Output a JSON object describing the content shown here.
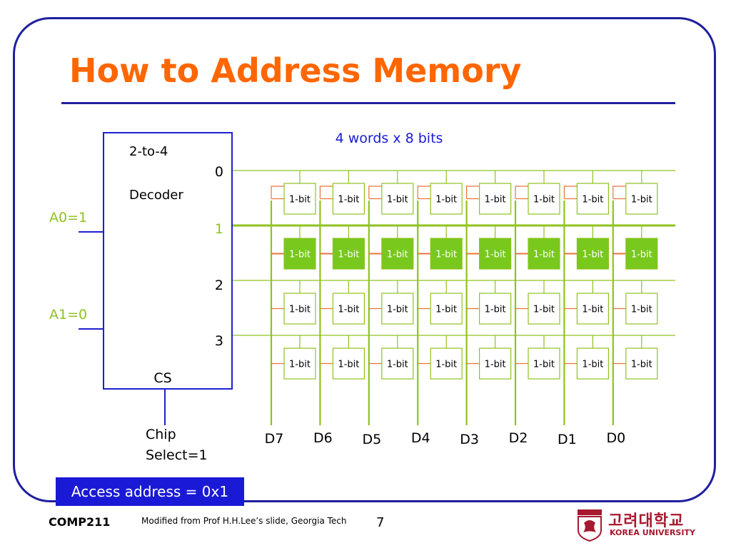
{
  "slide": {
    "title": "How to Address Memory",
    "organization": "4 words x 8 bits",
    "decoder": {
      "name_line1": "2-to-4",
      "name_line2": "Decoder",
      "outputs": [
        "0",
        "1",
        "2",
        "3"
      ],
      "cs_label": "CS"
    },
    "inputs": [
      "A0=1",
      "A1=0"
    ],
    "chip_select": [
      "Chip",
      "Select=1"
    ],
    "cell_label": "1-bit",
    "selected_word": 1,
    "data_lines": [
      "D7",
      "D6",
      "D5",
      "D4",
      "D3",
      "D2",
      "D1",
      "D0"
    ],
    "access_address": "Access address = 0x1",
    "footer": {
      "course": "COMP211",
      "credit": "Modified from Prof H.H.Lee’s slide, Georgia Tech",
      "page": "7",
      "university_ko": "고려대학교",
      "university_en": "KOREA UNIVERSITY"
    },
    "colors": {
      "title": "#ff6600",
      "border": "#1f1f9e",
      "green": "#8fc31f",
      "selected_cell": "#78c81e",
      "orange": "#e8743b",
      "decoder": "#1f1fd0",
      "access_box": "#1a1ad6",
      "university": "#a6192e"
    }
  }
}
